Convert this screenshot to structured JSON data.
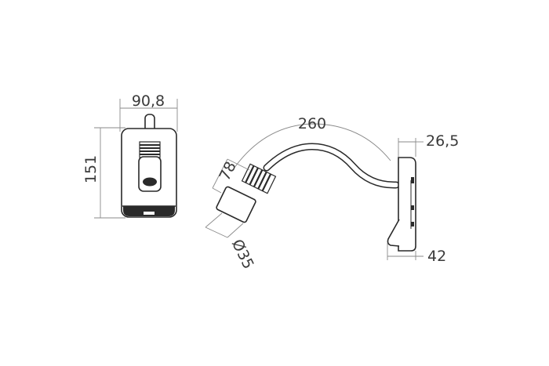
{
  "drawing": {
    "front_width": "90,8",
    "front_height": "151",
    "arm_length": "260",
    "head_length": "78",
    "head_diameter": "Ø35",
    "base_depth": "26,5",
    "base_offset": "42"
  },
  "colors": {
    "line": "#2a2a2a",
    "dimension_line": "#8a8a8a",
    "text": "#3a3a3a"
  }
}
